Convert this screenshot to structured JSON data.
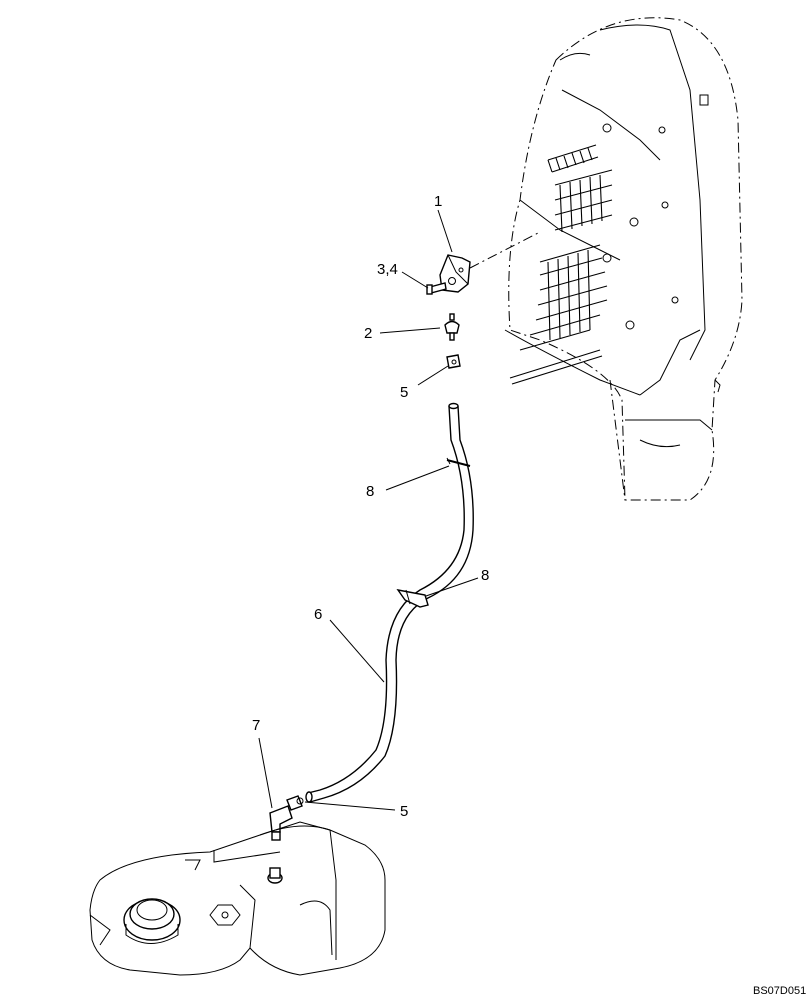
{
  "callouts": {
    "c1": "1",
    "c34": "3,4",
    "c2": "2",
    "c5a": "5",
    "c8a": "8",
    "c8b": "8",
    "c6": "6",
    "c7": "7",
    "c5b": "5"
  },
  "figure_code": "BS07D051"
}
